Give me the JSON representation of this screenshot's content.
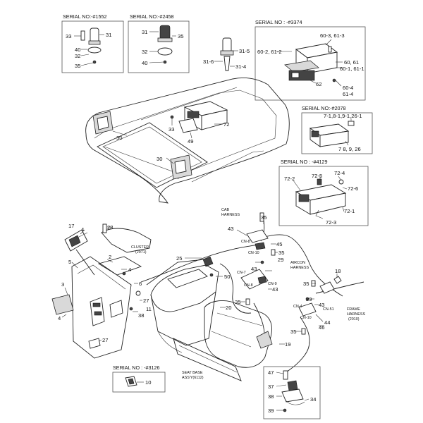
{
  "serial_boxes": {
    "s1552": "SERIAL NO:-#1552",
    "s2458": "SERIAL NO:-#2458",
    "s3374": "SERIAL NO : -#3374",
    "s2078": "SERIAL NO:-#2078",
    "s4129": "SERIAL NO : -#4129",
    "s3126": "SERIAL NO : -#3126"
  },
  "callouts": {
    "c33a": "33",
    "c31a": "31",
    "c40a": "40",
    "c32a": "32",
    "c35a": "35",
    "c31b": "31",
    "c35b": "35",
    "c32b": "32",
    "c40b": "40",
    "c35c": "31-5",
    "c316": "31-6",
    "c314": "31-4",
    "c6031": "60-3, 61-3",
    "c6021": "60-2, 61-2",
    "c6061": "60, 61",
    "c6011": "60-1, 61-1",
    "c62": "62",
    "c6041": "60-4",
    "c6141": "61-4",
    "c33b": "33",
    "c72a": "72",
    "c49": "49",
    "c30a": "30",
    "c30b": "30",
    "c7126": "7-1,8-1,9-1,26-1",
    "c7826": "7 8, 9, 26",
    "c722": "72-2",
    "c725": "72-5",
    "c724": "72-4",
    "c726": "72-6",
    "c721": "72-1",
    "c723": "72-3",
    "c17": "17",
    "c4a": "4",
    "c28": "28",
    "c43a": "43",
    "c35d": "35",
    "c45": "45",
    "c35e": "35",
    "c25": "25",
    "c5": "5",
    "c2": "2",
    "c4b": "4",
    "c29": "29",
    "c50": "50",
    "c43b": "43",
    "c18": "18",
    "c6": "6",
    "c3": "3",
    "c27a": "27",
    "c11": "11",
    "c38a": "38",
    "c4c": "4",
    "c43c": "43",
    "c35f": "35",
    "c43d": "43",
    "c35g": "35",
    "c29b": "29",
    "c43e": "43",
    "c20": "20",
    "c35h": "35",
    "c44": "44",
    "c46": "46",
    "c35i": "35",
    "c19": "19",
    "c27b": "27",
    "c10": "10",
    "c47": "47",
    "c37": "37",
    "c38b": "38",
    "c34": "34",
    "c39": "39"
  },
  "notes": {
    "cab_harness_1": "CAB",
    "cab_harness_2": "HARNESS",
    "cluster_1": "CLUSTER",
    "cluster_2": "(2971)",
    "aircon_1": "AIRCON",
    "aircon_2": "HARNESS",
    "frame_1": "FRAME",
    "frame_2": "HARNESS",
    "frame_3": "(2010)",
    "seatbase_1": "SEAT BASE",
    "seatbase_2": "ASS'Y(6112)",
    "cn8": "CN-8",
    "cn10": "CN-10",
    "cn7": "CN-7",
    "cn9": "CN-9",
    "cn8b": "CN-8",
    "cn4": "CN-4",
    "cn51": "CN-51",
    "cn10b": "CN-10"
  }
}
